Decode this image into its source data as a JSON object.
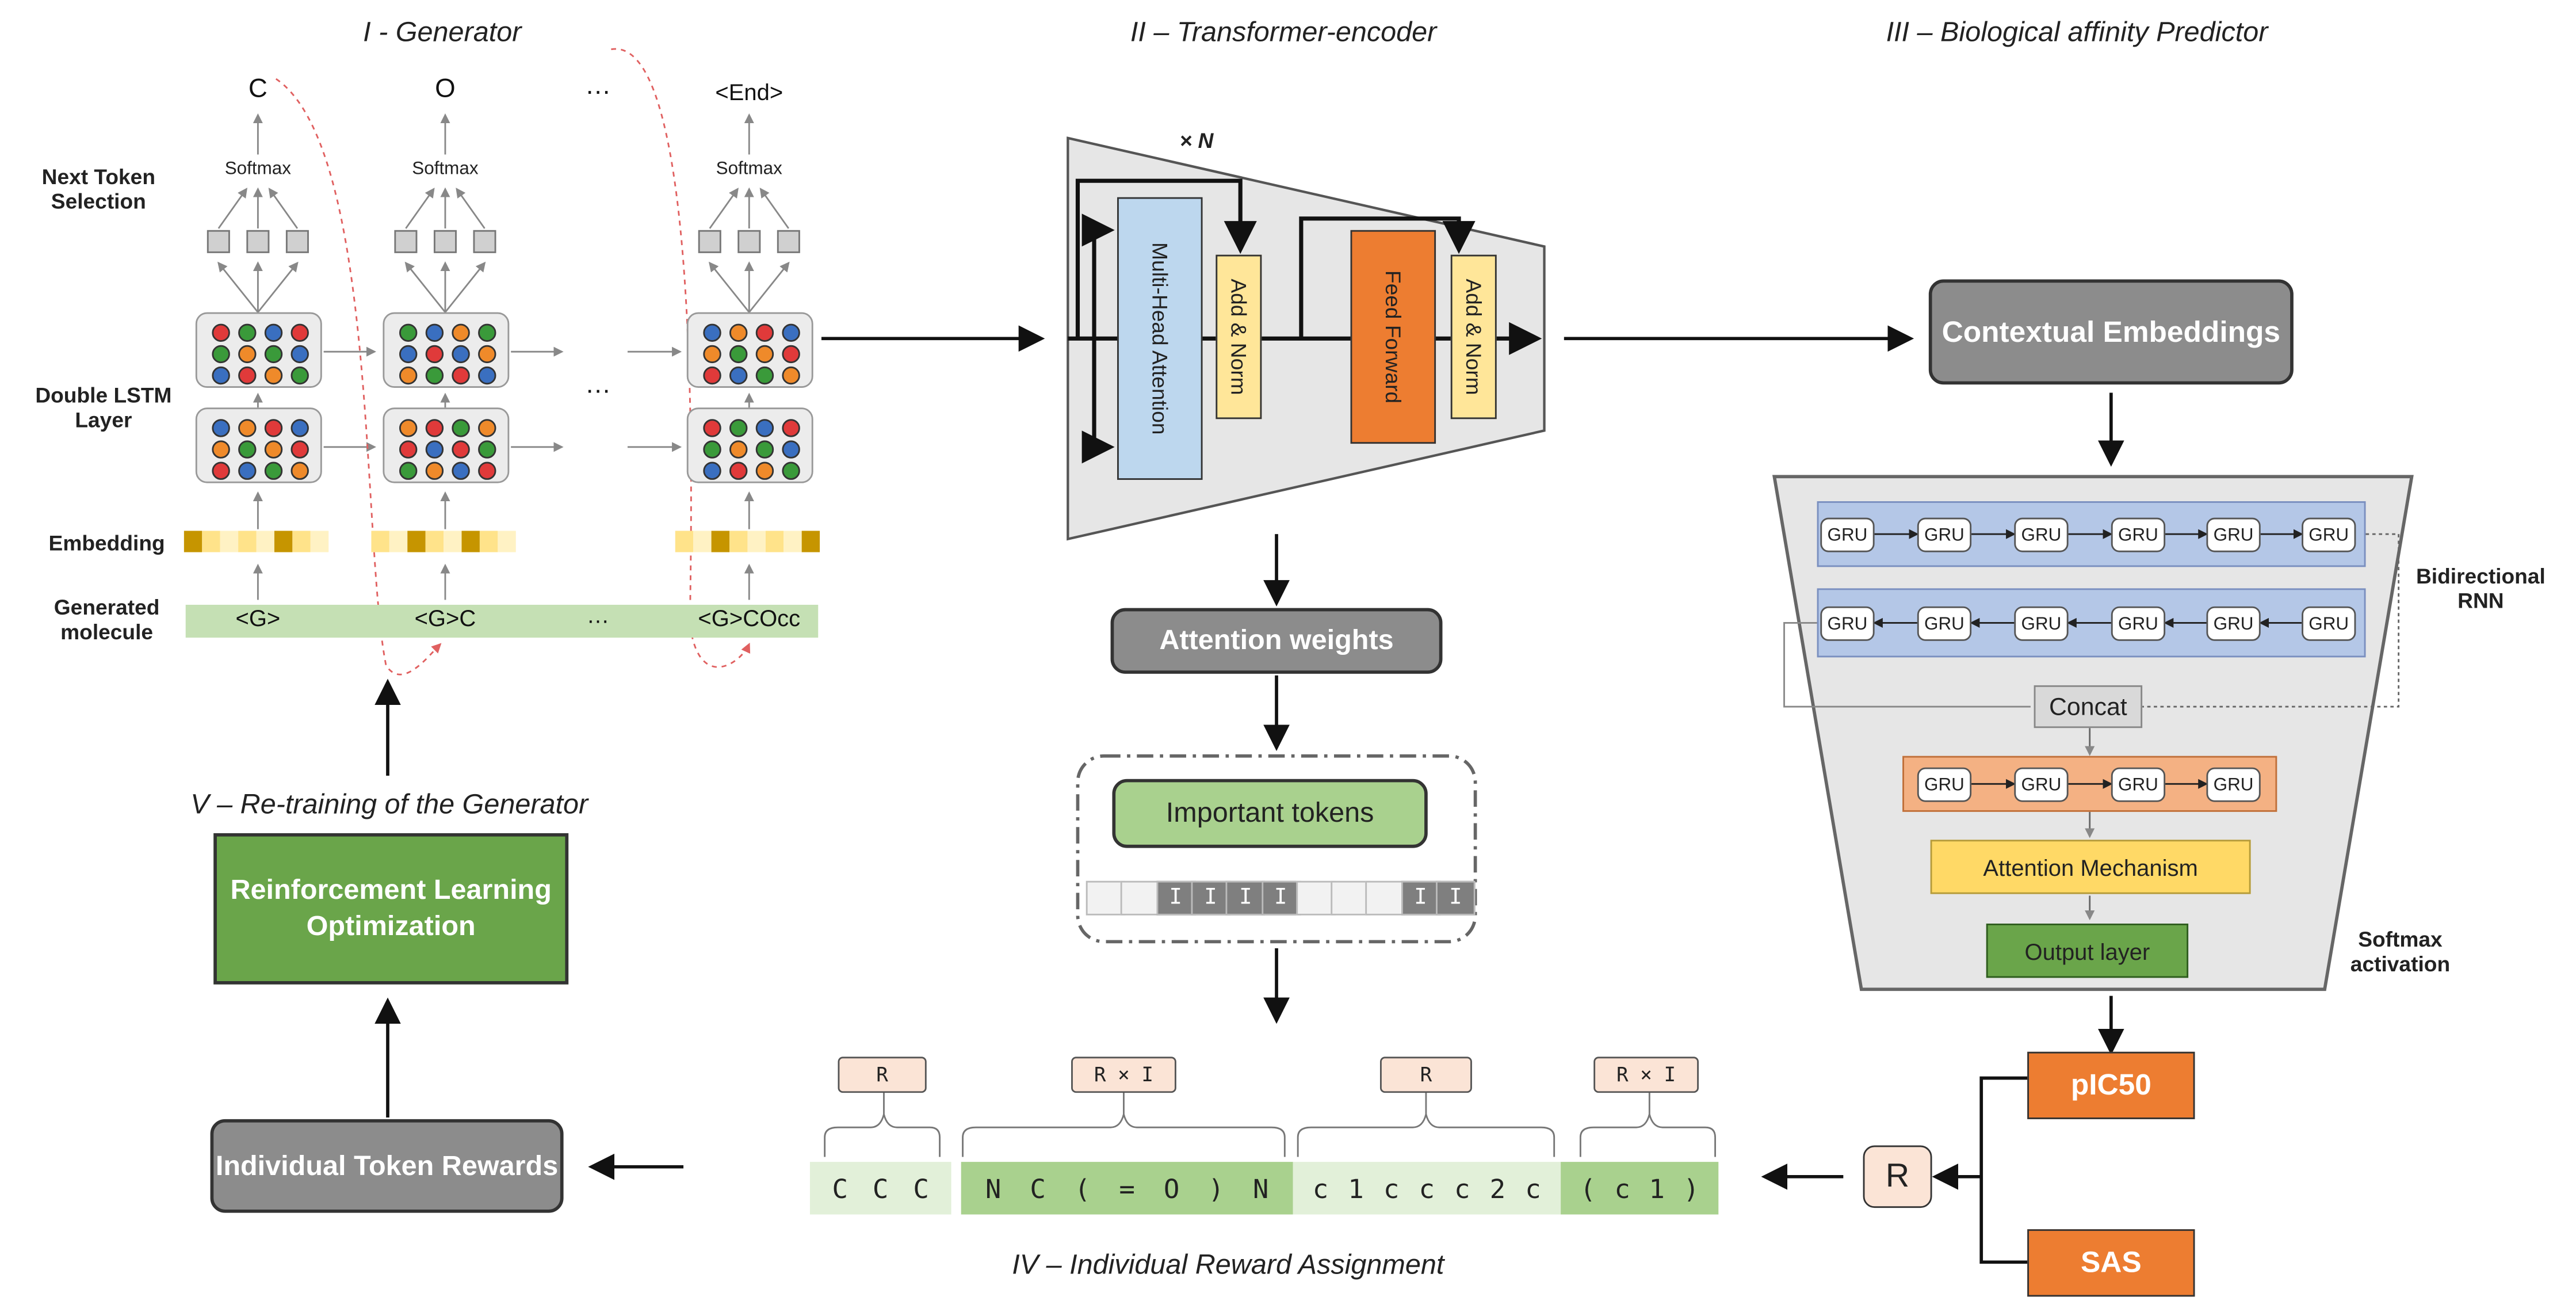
{
  "titles": {
    "generator": "I - Generator",
    "encoder": "II – Transformer-encoder",
    "predictor": "III – Biological affinity Predictor",
    "reward": "IV – Individual Reward Assignment",
    "retraining": "V – Re-training of the Generator"
  },
  "generator": {
    "next_token_label": "Next Token Selection",
    "lstm_label": "Double LSTM Layer",
    "embedding_label": "Embedding",
    "molecule_label": "Generated molecule",
    "softmax": "Softmax",
    "outputs": [
      "C",
      "O",
      "…",
      "<End>"
    ],
    "inputs": [
      "<G>",
      "<G>C",
      "…",
      "<G>COcc"
    ],
    "ellipsis": "…"
  },
  "encoder": {
    "repeat": "× N",
    "mha": "Multi-Head Attention",
    "addnorm": "Add & Norm",
    "ff": "Feed Forward",
    "attention_weights": "Attention weights",
    "important_tokens": "Important tokens",
    "token_marks": [
      "",
      "",
      "I",
      "I",
      "I",
      "I",
      "",
      "",
      "",
      "I",
      "I"
    ]
  },
  "predictor": {
    "contextual": "Contextual Embeddings",
    "gru": "GRU",
    "concat": "Concat",
    "attention_mech": "Attention Mechanism",
    "output_layer": "Output layer",
    "birnn": "Bidirectional RNN",
    "softmax_act": "Softmax activation",
    "pic50": "pIC50",
    "sas": "SAS",
    "r": "R"
  },
  "reward": {
    "labels": [
      "R",
      "R × I",
      "R",
      "R × I"
    ],
    "segments": [
      [
        "C",
        "C",
        "C"
      ],
      [
        "N",
        "C",
        "(",
        "=",
        "O",
        ")",
        "N"
      ],
      [
        "c",
        "1",
        "c",
        "c",
        "c",
        "2",
        "c"
      ],
      [
        "(",
        "c",
        "1",
        ")"
      ]
    ],
    "individual": "Individual Token Rewards",
    "rl": "Reinforcement Learning Optimization"
  },
  "colors": {
    "grey_box": "#8c8c8c",
    "green_box": "#6aa54a",
    "orange": "#ed7d31",
    "gru_blue": "#b4c7e7",
    "gru_orange": "#f4b183",
    "attention_yellow": "#ffd966",
    "seq_light": "#e2f0d9",
    "seq_dark": "#a9d18e"
  }
}
